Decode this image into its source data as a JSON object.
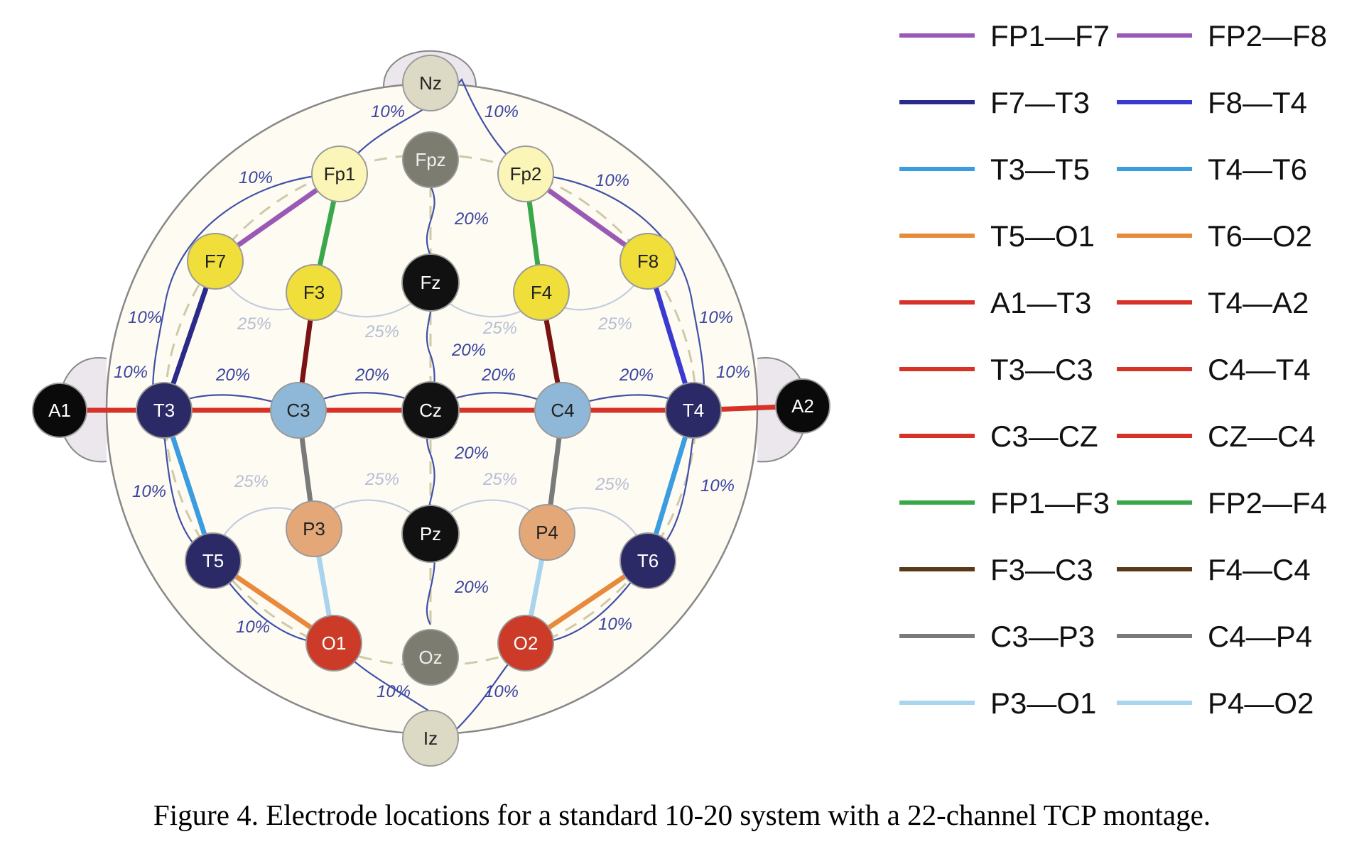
{
  "caption": "Figure 4. Electrode locations for a standard 10-20 system with a 22-channel TCP montage.",
  "colors": {
    "frontal_purple": "#9b59b6",
    "dark_navy": "#2a2a8a",
    "blue": "#3a3ad0",
    "light_blue": "#3b9de0",
    "orange": "#e88a3c",
    "red": "#d63228",
    "green": "#3aa84a",
    "dark_red": "#7a1414",
    "brown": "#5a3818",
    "gray": "#7a7a7a",
    "pale_blue": "#a8d4ee",
    "head_outline": "#888888",
    "curve_blue": "#4050a8",
    "curve_pale": "#c4cce0"
  },
  "electrodes": [
    {
      "id": "Nz",
      "label": "Nz",
      "fill": "#dcd9c4",
      "text": "#222222"
    },
    {
      "id": "Fpz",
      "label": "Fpz",
      "fill": "#7c7c70",
      "text": "#f0f0f0"
    },
    {
      "id": "Fp1",
      "label": "Fp1",
      "fill": "#fbf6b8",
      "text": "#222222"
    },
    {
      "id": "Fp2",
      "label": "Fp2",
      "fill": "#fbf6b8",
      "text": "#222222"
    },
    {
      "id": "F7",
      "label": "F7",
      "fill": "#f0de3a",
      "text": "#222222"
    },
    {
      "id": "F3",
      "label": "F3",
      "fill": "#f0de3a",
      "text": "#222222"
    },
    {
      "id": "Fz",
      "label": "Fz",
      "fill": "#111111",
      "text": "#ffffff"
    },
    {
      "id": "F4",
      "label": "F4",
      "fill": "#f0de3a",
      "text": "#222222"
    },
    {
      "id": "F8",
      "label": "F8",
      "fill": "#f0de3a",
      "text": "#222222"
    },
    {
      "id": "A1",
      "label": "A1",
      "fill": "#0a0a0a",
      "text": "#ffffff"
    },
    {
      "id": "T3",
      "label": "T3",
      "fill": "#2c2a66",
      "text": "#ffffff"
    },
    {
      "id": "C3",
      "label": "C3",
      "fill": "#8fb8d8",
      "text": "#222222"
    },
    {
      "id": "Cz",
      "label": "Cz",
      "fill": "#111111",
      "text": "#ffffff"
    },
    {
      "id": "C4",
      "label": "C4",
      "fill": "#8fb8d8",
      "text": "#222222"
    },
    {
      "id": "T4",
      "label": "T4",
      "fill": "#2c2a66",
      "text": "#ffffff"
    },
    {
      "id": "A2",
      "label": "A2",
      "fill": "#0a0a0a",
      "text": "#ffffff"
    },
    {
      "id": "T5",
      "label": "T5",
      "fill": "#2c2a66",
      "text": "#ffffff"
    },
    {
      "id": "P3",
      "label": "P3",
      "fill": "#e4a878",
      "text": "#222222"
    },
    {
      "id": "Pz",
      "label": "Pz",
      "fill": "#111111",
      "text": "#ffffff"
    },
    {
      "id": "P4",
      "label": "P4",
      "fill": "#e4a878",
      "text": "#222222"
    },
    {
      "id": "T6",
      "label": "T6",
      "fill": "#2c2a66",
      "text": "#ffffff"
    },
    {
      "id": "O1",
      "label": "O1",
      "fill": "#cc3a28",
      "text": "#ffffff"
    },
    {
      "id": "Oz",
      "label": "Oz",
      "fill": "#7c7c70",
      "text": "#f0f0f0"
    },
    {
      "id": "O2",
      "label": "O2",
      "fill": "#cc3a28",
      "text": "#ffffff"
    },
    {
      "id": "Iz",
      "label": "Iz",
      "fill": "#dcd9c4",
      "text": "#222222"
    }
  ],
  "percent_labels": [
    {
      "id": "nz-l",
      "text": "10%",
      "tone": "dark"
    },
    {
      "id": "nz-r",
      "text": "10%",
      "tone": "dark"
    },
    {
      "id": "fp1-l",
      "text": "10%",
      "tone": "dark"
    },
    {
      "id": "fp2-r",
      "text": "10%",
      "tone": "dark"
    },
    {
      "id": "fz-top",
      "text": "20%",
      "tone": "dark"
    },
    {
      "id": "f-left",
      "text": "10%",
      "tone": "dark"
    },
    {
      "id": "f-right",
      "text": "10%",
      "tone": "dark"
    },
    {
      "id": "f-25-1",
      "text": "25%",
      "tone": "light"
    },
    {
      "id": "f-25-2",
      "text": "25%",
      "tone": "light"
    },
    {
      "id": "f-25-3",
      "text": "25%",
      "tone": "light"
    },
    {
      "id": "f-25-4",
      "text": "25%",
      "tone": "light"
    },
    {
      "id": "cz-top",
      "text": "20%",
      "tone": "dark"
    },
    {
      "id": "t3-l",
      "text": "10%",
      "tone": "dark"
    },
    {
      "id": "t4-r",
      "text": "10%",
      "tone": "dark"
    },
    {
      "id": "c-20-1",
      "text": "20%",
      "tone": "dark"
    },
    {
      "id": "c-20-2",
      "text": "20%",
      "tone": "dark"
    },
    {
      "id": "c-20-3",
      "text": "20%",
      "tone": "dark"
    },
    {
      "id": "c-20-4",
      "text": "20%",
      "tone": "dark"
    },
    {
      "id": "pz-top",
      "text": "20%",
      "tone": "dark"
    },
    {
      "id": "p-left",
      "text": "10%",
      "tone": "dark"
    },
    {
      "id": "p-right",
      "text": "10%",
      "tone": "dark"
    },
    {
      "id": "p-25-1",
      "text": "25%",
      "tone": "light"
    },
    {
      "id": "p-25-2",
      "text": "25%",
      "tone": "light"
    },
    {
      "id": "p-25-3",
      "text": "25%",
      "tone": "light"
    },
    {
      "id": "p-25-4",
      "text": "25%",
      "tone": "light"
    },
    {
      "id": "oz-top",
      "text": "20%",
      "tone": "dark"
    },
    {
      "id": "o1-l",
      "text": "10%",
      "tone": "dark"
    },
    {
      "id": "o2-r",
      "text": "10%",
      "tone": "dark"
    },
    {
      "id": "iz-l",
      "text": "10%",
      "tone": "dark"
    },
    {
      "id": "iz-r",
      "text": "10%",
      "tone": "dark"
    }
  ],
  "montage": [
    {
      "name": "FP1—F7",
      "from": "Fp1",
      "to": "F7",
      "color": "#9b59b6"
    },
    {
      "name": "FP2—F8",
      "from": "Fp2",
      "to": "F8",
      "color": "#9b59b6"
    },
    {
      "name": "F7—T3",
      "from": "F7",
      "to": "T3",
      "color": "#2a2a8a"
    },
    {
      "name": "F8—T4",
      "from": "F8",
      "to": "T4",
      "color": "#3a3ad0"
    },
    {
      "name": "T3—T5",
      "from": "T3",
      "to": "T5",
      "color": "#3b9de0"
    },
    {
      "name": "T4—T6",
      "from": "T4",
      "to": "T6",
      "color": "#3b9de0"
    },
    {
      "name": "T5—O1",
      "from": "T5",
      "to": "O1",
      "color": "#e88a3c"
    },
    {
      "name": "T6—O2",
      "from": "T6",
      "to": "O2",
      "color": "#e88a3c"
    },
    {
      "name": "A1—T3",
      "from": "A1",
      "to": "T3",
      "color": "#d63228"
    },
    {
      "name": "T4—A2",
      "from": "T4",
      "to": "A2",
      "color": "#d63228"
    },
    {
      "name": "T3—C3",
      "from": "T3",
      "to": "C3",
      "color": "#d63228"
    },
    {
      "name": "C4—T4",
      "from": "C4",
      "to": "T4",
      "color": "#d63228"
    },
    {
      "name": "C3—CZ",
      "from": "C3",
      "to": "Cz",
      "color": "#d63228"
    },
    {
      "name": "CZ—C4",
      "from": "Cz",
      "to": "C4",
      "color": "#d63228"
    },
    {
      "name": "FP1—F3",
      "from": "Fp1",
      "to": "F3",
      "color": "#3aa84a"
    },
    {
      "name": "FP2—F4",
      "from": "Fp2",
      "to": "F4",
      "color": "#3aa84a"
    },
    {
      "name": "F3—C3",
      "from": "F3",
      "to": "C3",
      "color": "#7a1414",
      "legend_color": "#5a3818"
    },
    {
      "name": "F4—C4",
      "from": "F4",
      "to": "C4",
      "color": "#7a1414",
      "legend_color": "#5a3818"
    },
    {
      "name": "C3—P3",
      "from": "C3",
      "to": "P3",
      "color": "#7a7a7a"
    },
    {
      "name": "C4—P4",
      "from": "C4",
      "to": "P4",
      "color": "#7a7a7a"
    },
    {
      "name": "P3—O1",
      "from": "P3",
      "to": "O1",
      "color": "#a8d4ee"
    },
    {
      "name": "P4—O2",
      "from": "P4",
      "to": "O2",
      "color": "#a8d4ee"
    }
  ]
}
